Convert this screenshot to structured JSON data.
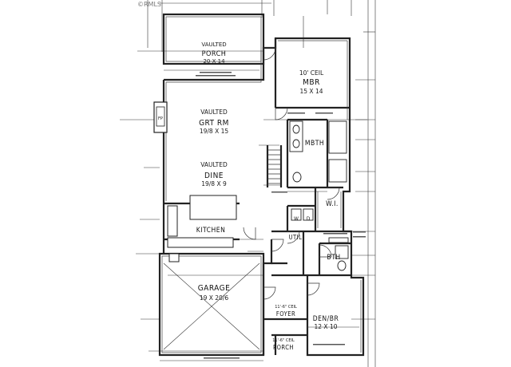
{
  "plan": {
    "watermark": "©RMLS",
    "rooms": {
      "porch_rear": {
        "line1": "VAULTED",
        "line2": "PORCH",
        "size": "20 X 14"
      },
      "master": {
        "note": "10' CEIL",
        "name": "MBR",
        "size": "15 X 14"
      },
      "great_room": {
        "line1": "VAULTED",
        "line2": "GRT RM",
        "size": "19/8 X 15"
      },
      "dine": {
        "line1": "VAULTED",
        "line2": "DINE",
        "size": "19/8 X 9"
      },
      "master_bath": {
        "name": "MBTH"
      },
      "walk_in": {
        "name": "W.I."
      },
      "washer": {
        "name": "W"
      },
      "dryer": {
        "name": "D"
      },
      "kitchen": {
        "name": "KITCHEN"
      },
      "utility": {
        "name": "UTIL"
      },
      "bath": {
        "name": "BTH"
      },
      "garage": {
        "name": "GARAGE",
        "size": "19 X 20/6"
      },
      "foyer": {
        "note": "11'-6\" CEIL",
        "name": "FOYER"
      },
      "den": {
        "name": "DEN/BR",
        "size": "12 X 10"
      },
      "porch_front": {
        "note": "11'-6\" CEIL",
        "name": "PORCH"
      },
      "fireplace": {
        "name": "FP"
      }
    }
  }
}
